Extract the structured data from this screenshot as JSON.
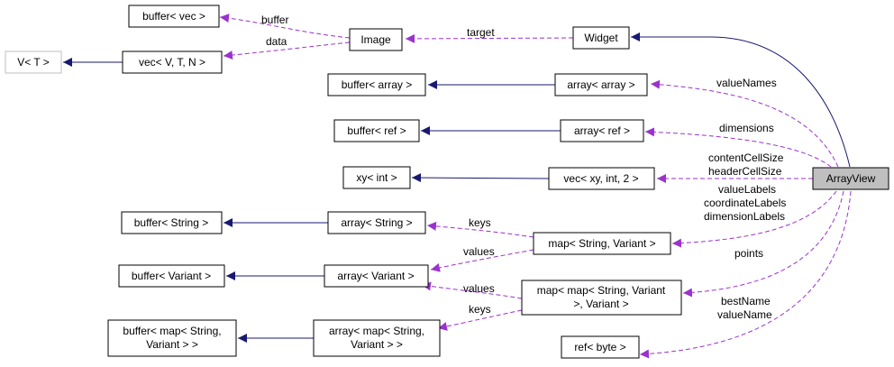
{
  "colors": {
    "inherit_edge": "#191970",
    "usage_edge": "#9a32cd",
    "focus_fill": "#bfbfbf",
    "muted_border": "#bfbfbf"
  },
  "nodes": {
    "buffer_vec": "buffer< vec >",
    "image": "Image",
    "widget": "Widget",
    "v_t": "V< T >",
    "vec_vtn": "vec< V, T, N >",
    "buffer_array": "buffer< array >",
    "array_array": "array< array >",
    "buffer_ref": "buffer< ref >",
    "array_ref": "array< ref >",
    "xy_int": "xy< int >",
    "vec_xy": "vec< xy, int, 2 >",
    "arrayview": "ArrayView",
    "buffer_string": "buffer< String >",
    "array_string": "array< String >",
    "map_string_variant": "map< String, Variant >",
    "buffer_variant": "buffer< Variant >",
    "array_variant": "array< Variant >",
    "map_map_line1": "map< map< String, Variant",
    "map_map_line2": ">, Variant >",
    "buffer_map_line1": "buffer< map< String,",
    "buffer_map_line2": "Variant > >",
    "array_map_line1": "array< map< String,",
    "array_map_line2": "Variant > >",
    "ref_byte": "ref< byte >"
  },
  "edge_labels": {
    "buffer": "buffer",
    "data": "data",
    "target": "target",
    "valueNames": "valueNames",
    "dimensions": "dimensions",
    "contentCellSize": "contentCellSize",
    "headerCellSize": "headerCellSize",
    "valueLabels": "valueLabels",
    "coordinateLabels": "coordinateLabels",
    "dimensionLabels": "dimensionLabels",
    "keys_1": "keys",
    "values_1": "values",
    "points": "points",
    "values_2": "values",
    "keys_2": "keys",
    "bestName": "bestName",
    "valueName": "valueName"
  }
}
